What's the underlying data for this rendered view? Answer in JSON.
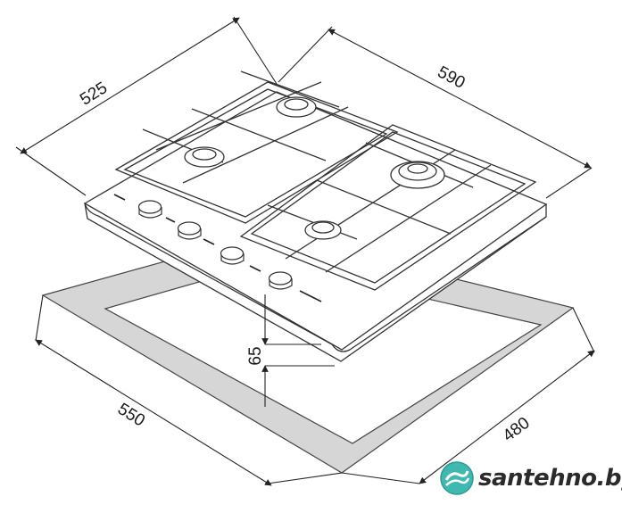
{
  "dimensions": {
    "hob_depth": "525",
    "hob_width": "590",
    "cutout_width": "550",
    "cutout_depth": "480",
    "hob_height": "65"
  },
  "brand": {
    "name": "santehno.by",
    "logo_color": "#3fb8b0"
  },
  "colors": {
    "line": "#333333",
    "cutout_fill": "#d9d9d9"
  }
}
